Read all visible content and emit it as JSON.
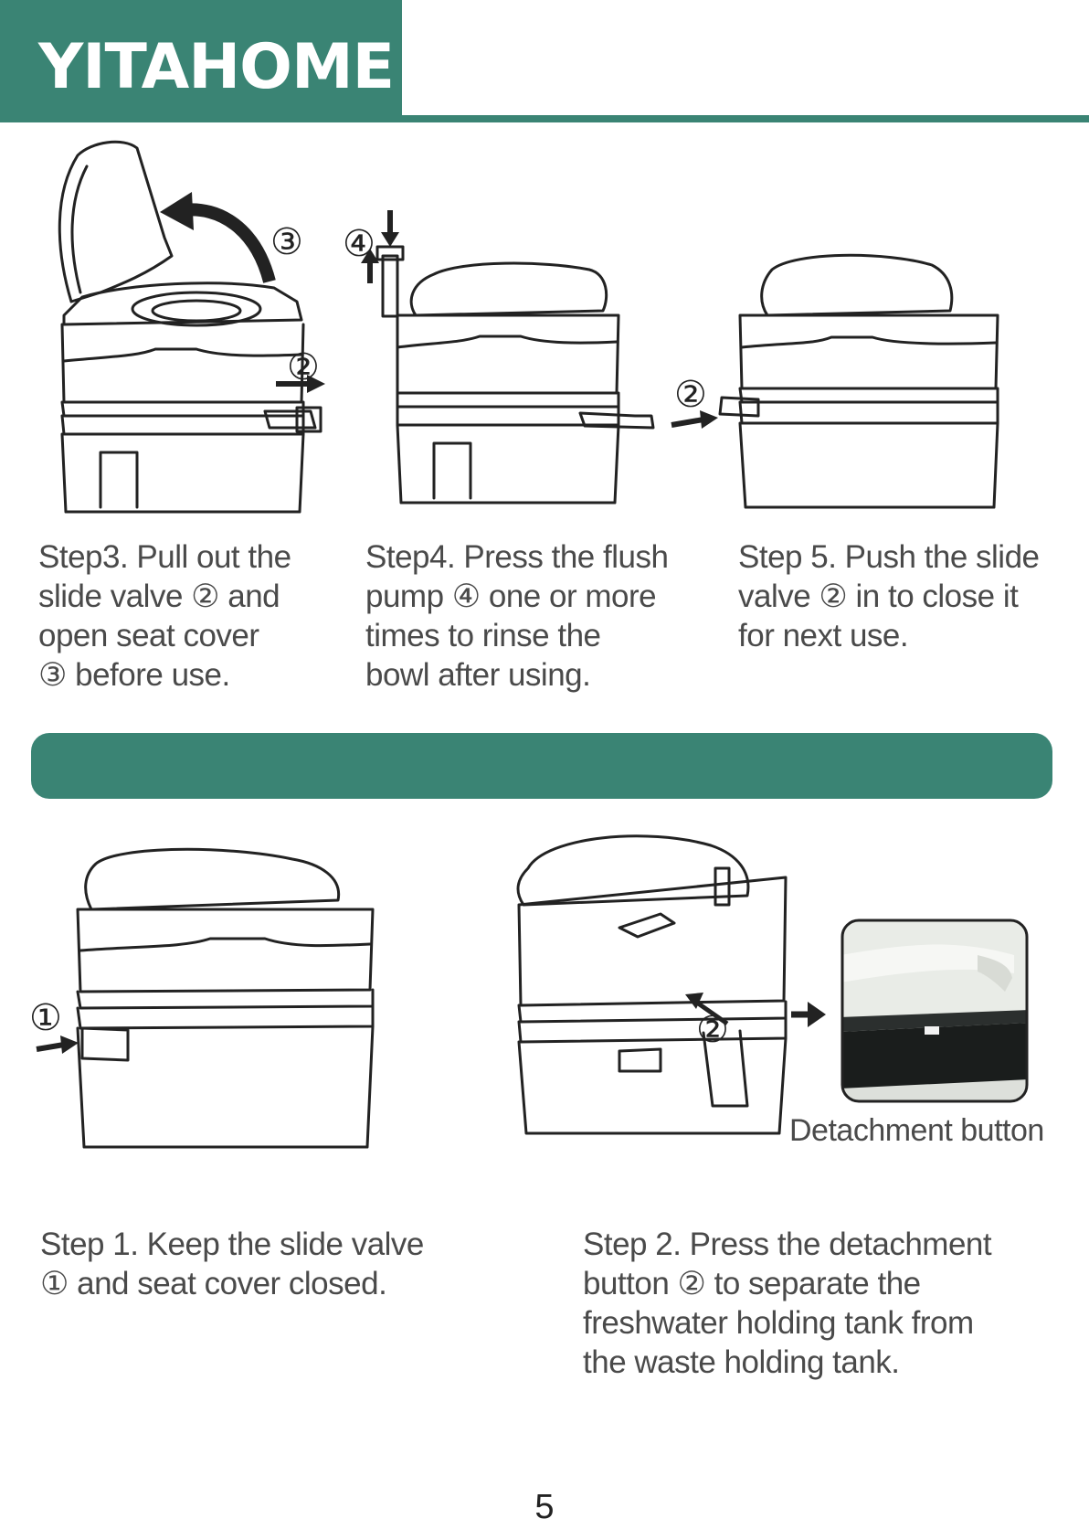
{
  "header": {
    "brand": "YITAHOME"
  },
  "steps_top": [
    {
      "lines": [
        "Step3. Pull out the",
        "slide valve ② and",
        "open seat cover",
        "③ before use."
      ],
      "markers": [
        "③",
        "②"
      ]
    },
    {
      "lines": [
        "Step4. Press the flush",
        "pump ④ one or more",
        "times to rinse the",
        "bowl after using."
      ],
      "markers": [
        "④"
      ]
    },
    {
      "lines": [
        "Step 5. Push the slide",
        "valve ② in to close it",
        "for next use."
      ],
      "markers": [
        "②"
      ]
    }
  ],
  "steps_bottom": [
    {
      "lines": [
        "Step 1. Keep the slide valve",
        "① and seat cover closed."
      ],
      "markers": [
        "①"
      ]
    },
    {
      "lines": [
        "Step 2. Press the detachment",
        "button ② to separate the",
        "freshwater holding tank from",
        "the waste holding tank."
      ],
      "markers": [
        "②"
      ]
    }
  ],
  "detail": {
    "label": "Detachment button"
  },
  "footer": {
    "page_number": "5"
  },
  "colors": {
    "brand": "#3a8474",
    "text": "#4a4a4a",
    "line_art": "#222222"
  }
}
